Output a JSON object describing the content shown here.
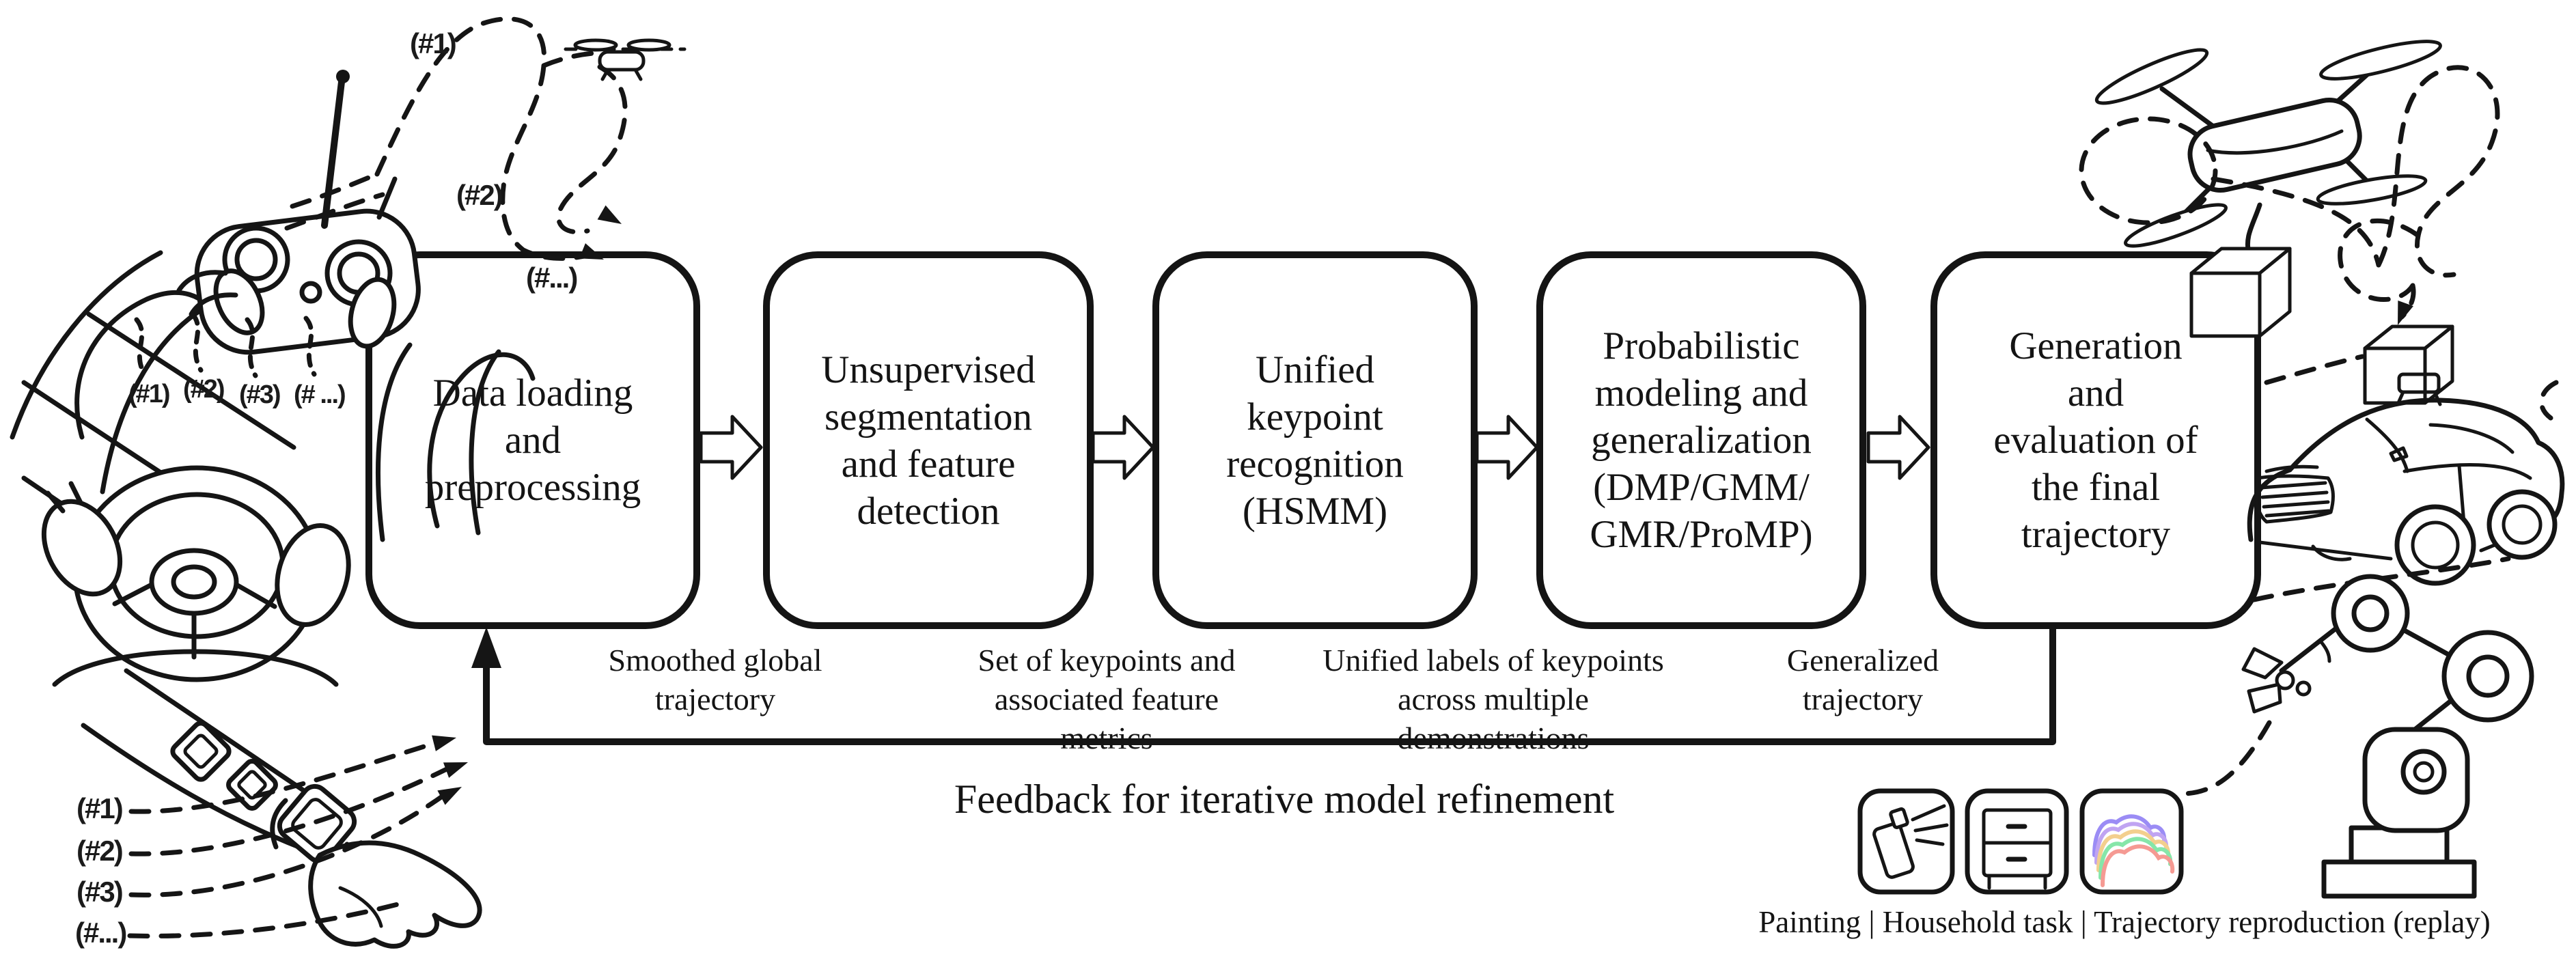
{
  "pipeline": {
    "boxes": [
      {
        "id": "data-loading",
        "lines": [
          "Data loading",
          "and",
          "preprocessing"
        ]
      },
      {
        "id": "unsupervised-segmentation",
        "lines": [
          "Unsupervised",
          "segmentation",
          "and feature",
          "detection"
        ]
      },
      {
        "id": "unified-keypoint-recognition",
        "lines": [
          "Unified",
          "keypoint",
          "recognition",
          "(HSMM)"
        ]
      },
      {
        "id": "probabilistic-modeling",
        "lines": [
          "Probabilistic",
          "modeling and",
          "generalization",
          "(DMP/GMM/",
          "GMR/ProMP)"
        ]
      },
      {
        "id": "generation-evaluation",
        "lines": [
          "Generation",
          "and",
          "evaluation of",
          "the final",
          "trajectory"
        ]
      }
    ],
    "transition_labels": [
      {
        "lines": [
          "Smoothed global",
          "trajectory"
        ]
      },
      {
        "lines": [
          "Set of keypoints and",
          "associated feature",
          "metrics"
        ]
      },
      {
        "lines": [
          "Unified labels of keypoints",
          "across multiple",
          "demonstrations"
        ]
      },
      {
        "lines": [
          "Generalized",
          "trajectory"
        ]
      }
    ],
    "feedback_label": "Feedback for iterative model refinement"
  },
  "demo_annotations": {
    "controller": [
      "(#1)",
      "(#2)",
      "(#...)"
    ],
    "steering": [
      "(#1)",
      "(#2)",
      "(#3)",
      "(# ...)"
    ],
    "wrist": [
      "(#1)",
      "(#2)",
      "(#3)",
      "(#...)"
    ]
  },
  "applications_caption": "Painting | Household task | Trajectory reproduction (replay)",
  "icons": {
    "painting": "spray-paint-icon",
    "household": "drawer-nightstand-icon",
    "replay": "trajectory-curves-icon"
  },
  "colors": {
    "ink": "#151515",
    "trajectory_curves": [
      "#9b8cf5",
      "#c0a4f2",
      "#f3cf8e",
      "#86e6a9",
      "#f59a93"
    ]
  }
}
